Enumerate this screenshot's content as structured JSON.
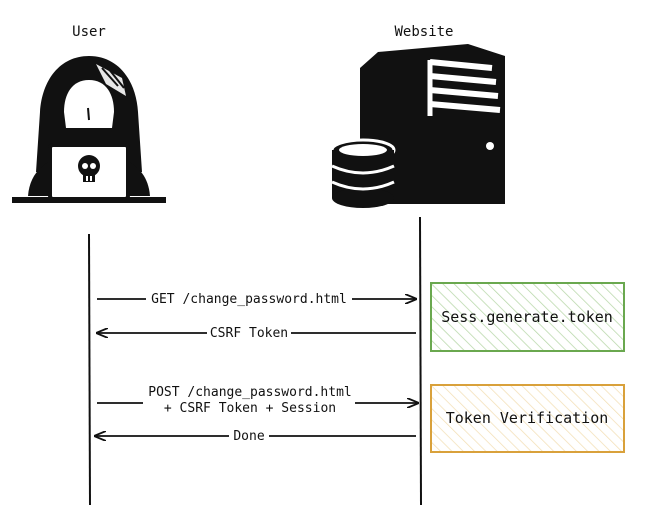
{
  "actors": {
    "user": "User",
    "website": "Website"
  },
  "messages": {
    "m1": "GET /change_password.html",
    "m2": "CSRF Token",
    "m3_line1": "POST /change_password.html",
    "m3_line2": "+ CSRF Token + Session",
    "m4": "Done"
  },
  "boxes": {
    "token_gen": "Sess.generate.token",
    "token_verify": "Token Verification"
  },
  "colors": {
    "green": "#6aa84f",
    "orange": "#d9a13b",
    "line": "#111111"
  },
  "icons": {
    "user": "hacker-icon",
    "website": "server-database-icon"
  }
}
